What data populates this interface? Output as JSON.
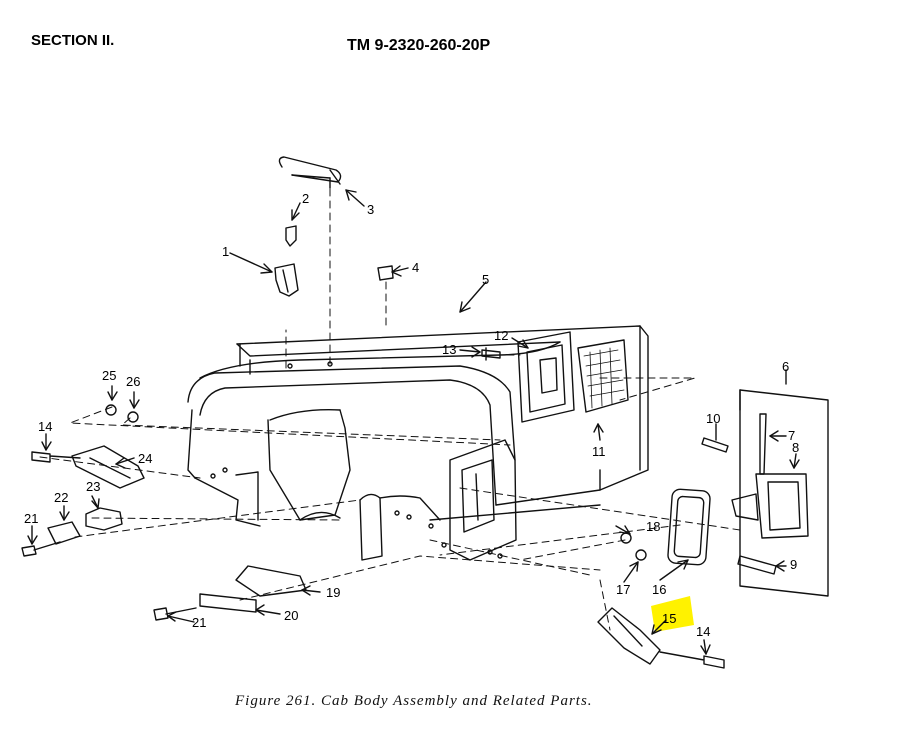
{
  "header": {
    "section": "SECTION II.",
    "tm_number": "TM 9-2320-260-20P"
  },
  "figure": {
    "caption": "Figure 261. Cab Body Assembly and Related Parts.",
    "highlight_color": "#fff200",
    "callouts": [
      {
        "id": "c1",
        "label": "1"
      },
      {
        "id": "c2",
        "label": "2"
      },
      {
        "id": "c3",
        "label": "3"
      },
      {
        "id": "c4",
        "label": "4"
      },
      {
        "id": "c5",
        "label": "5"
      },
      {
        "id": "c6",
        "label": "6"
      },
      {
        "id": "c7",
        "label": "7"
      },
      {
        "id": "c8",
        "label": "8"
      },
      {
        "id": "c9",
        "label": "9"
      },
      {
        "id": "c10",
        "label": "10"
      },
      {
        "id": "c11",
        "label": "11"
      },
      {
        "id": "c12",
        "label": "12"
      },
      {
        "id": "c13",
        "label": "13"
      },
      {
        "id": "c14a",
        "label": "14"
      },
      {
        "id": "c14b",
        "label": "14"
      },
      {
        "id": "c15",
        "label": "15",
        "highlighted": true
      },
      {
        "id": "c16",
        "label": "16"
      },
      {
        "id": "c17",
        "label": "17"
      },
      {
        "id": "c18",
        "label": "18"
      },
      {
        "id": "c19",
        "label": "19"
      },
      {
        "id": "c20",
        "label": "20"
      },
      {
        "id": "c21a",
        "label": "21"
      },
      {
        "id": "c21b",
        "label": "21"
      },
      {
        "id": "c22",
        "label": "22"
      },
      {
        "id": "c23",
        "label": "23"
      },
      {
        "id": "c24",
        "label": "24"
      },
      {
        "id": "c25",
        "label": "25"
      },
      {
        "id": "c26",
        "label": "26"
      }
    ]
  }
}
